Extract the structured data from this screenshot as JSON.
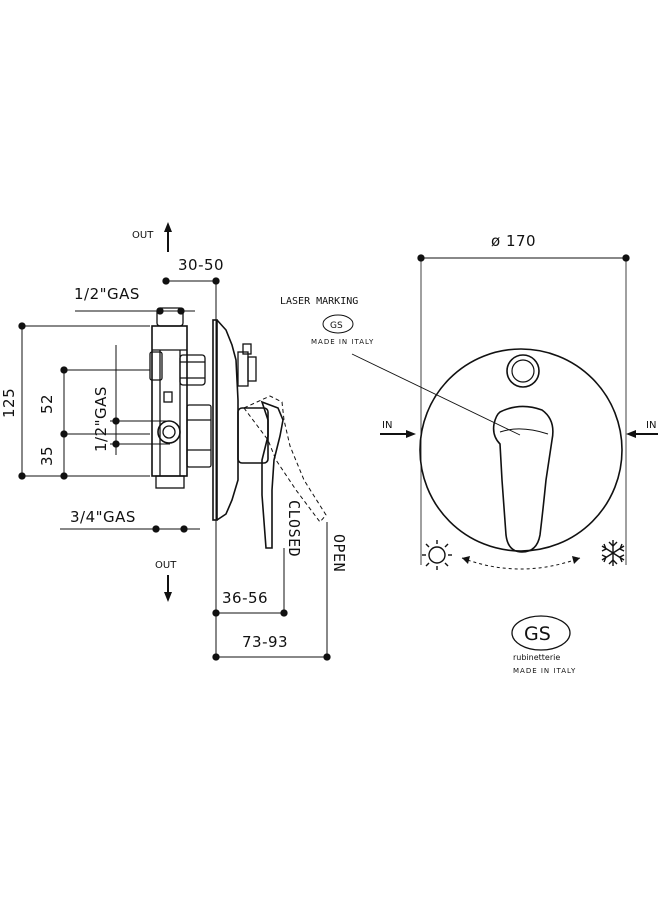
{
  "labels": {
    "out_top": "OUT",
    "out_bottom": "OUT",
    "dim_30_50": "30-50",
    "half_gas_top": "1/2\"GAS",
    "dim_125": "125",
    "dim_52": "52",
    "half_gas_vertical": "1/2\"GAS",
    "dim_35": "35",
    "three_quarter_gas": "3/4\"GAS",
    "closed": "CLOSED",
    "open": "OPEN",
    "dim_36_56": "36-56",
    "dim_73_93": "73-93",
    "diameter_170": "ø 170",
    "laser_marking": "LASER MARKING",
    "made_in_italy_small": "MADE IN ITALY",
    "in_left": "IN",
    "in_right": "IN",
    "brand_logo_text": "GS",
    "brand_name": "rubinetterie",
    "made_in_italy": "MADE IN ITALY"
  },
  "icons": {
    "hot": "sun-icon",
    "cold": "snowflake-icon",
    "arrow_up": "arrow-up-icon",
    "arrow_down": "arrow-down-icon",
    "arrow_right": "arrow-right-icon",
    "arrow_left": "arrow-left-icon"
  },
  "colors": {
    "line": "#111111",
    "background": "#ffffff"
  }
}
